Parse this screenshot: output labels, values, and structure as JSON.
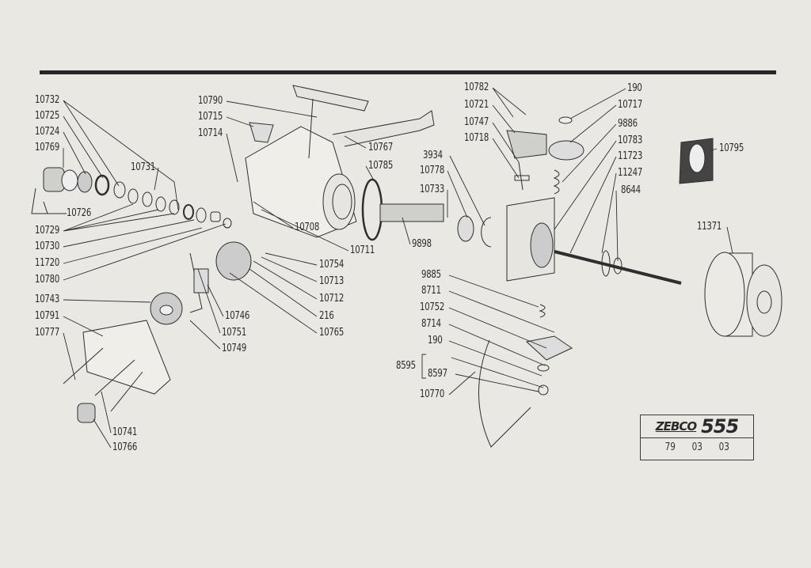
{
  "title_block": {
    "brand": "ZEBCO",
    "model": "555",
    "codes": [
      "79",
      "03",
      "03"
    ]
  },
  "part_labels": {
    "p10732": "10732",
    "p10725": "10725",
    "p10724": "10724",
    "p10769": "10769",
    "p10726": "10726",
    "p10729": "10729",
    "p10730": "10730",
    "p11720": "11720",
    "p10780": "10780",
    "p10743": "10743",
    "p10791": "10791",
    "p10777": "10777",
    "p10731": "10731",
    "p10790": "10790",
    "p10715": "10715",
    "p10714": "10714",
    "p10767": "10767",
    "p10785": "10785",
    "p10708": "10708",
    "p10711": "10711",
    "p10754": "10754",
    "p10713": "10713",
    "p10712": "10712",
    "p216": "216",
    "p10765": "10765",
    "p10746": "10746",
    "p10751": "10751",
    "p10749": "10749",
    "p10741": "10741",
    "p10766": "10766",
    "p9898": "9898",
    "p3934": "3934",
    "p10778": "10778",
    "p10733": "10733",
    "p10782": "10782",
    "p10721": "10721",
    "p10747": "10747",
    "p10718": "10718",
    "p190a": "190",
    "p10717": "10717",
    "p9886": "9886",
    "p10783": "10783",
    "p11723": "11723",
    "p11247": "11247",
    "p8644": "8644",
    "p10795": "10795",
    "p11371": "11371",
    "p9885": "9885",
    "p8711": "8711",
    "p10752": "10752",
    "p8714": "8714",
    "p190b": "190",
    "p8595": "8595",
    "p8597": "8597",
    "p10770": "10770"
  }
}
